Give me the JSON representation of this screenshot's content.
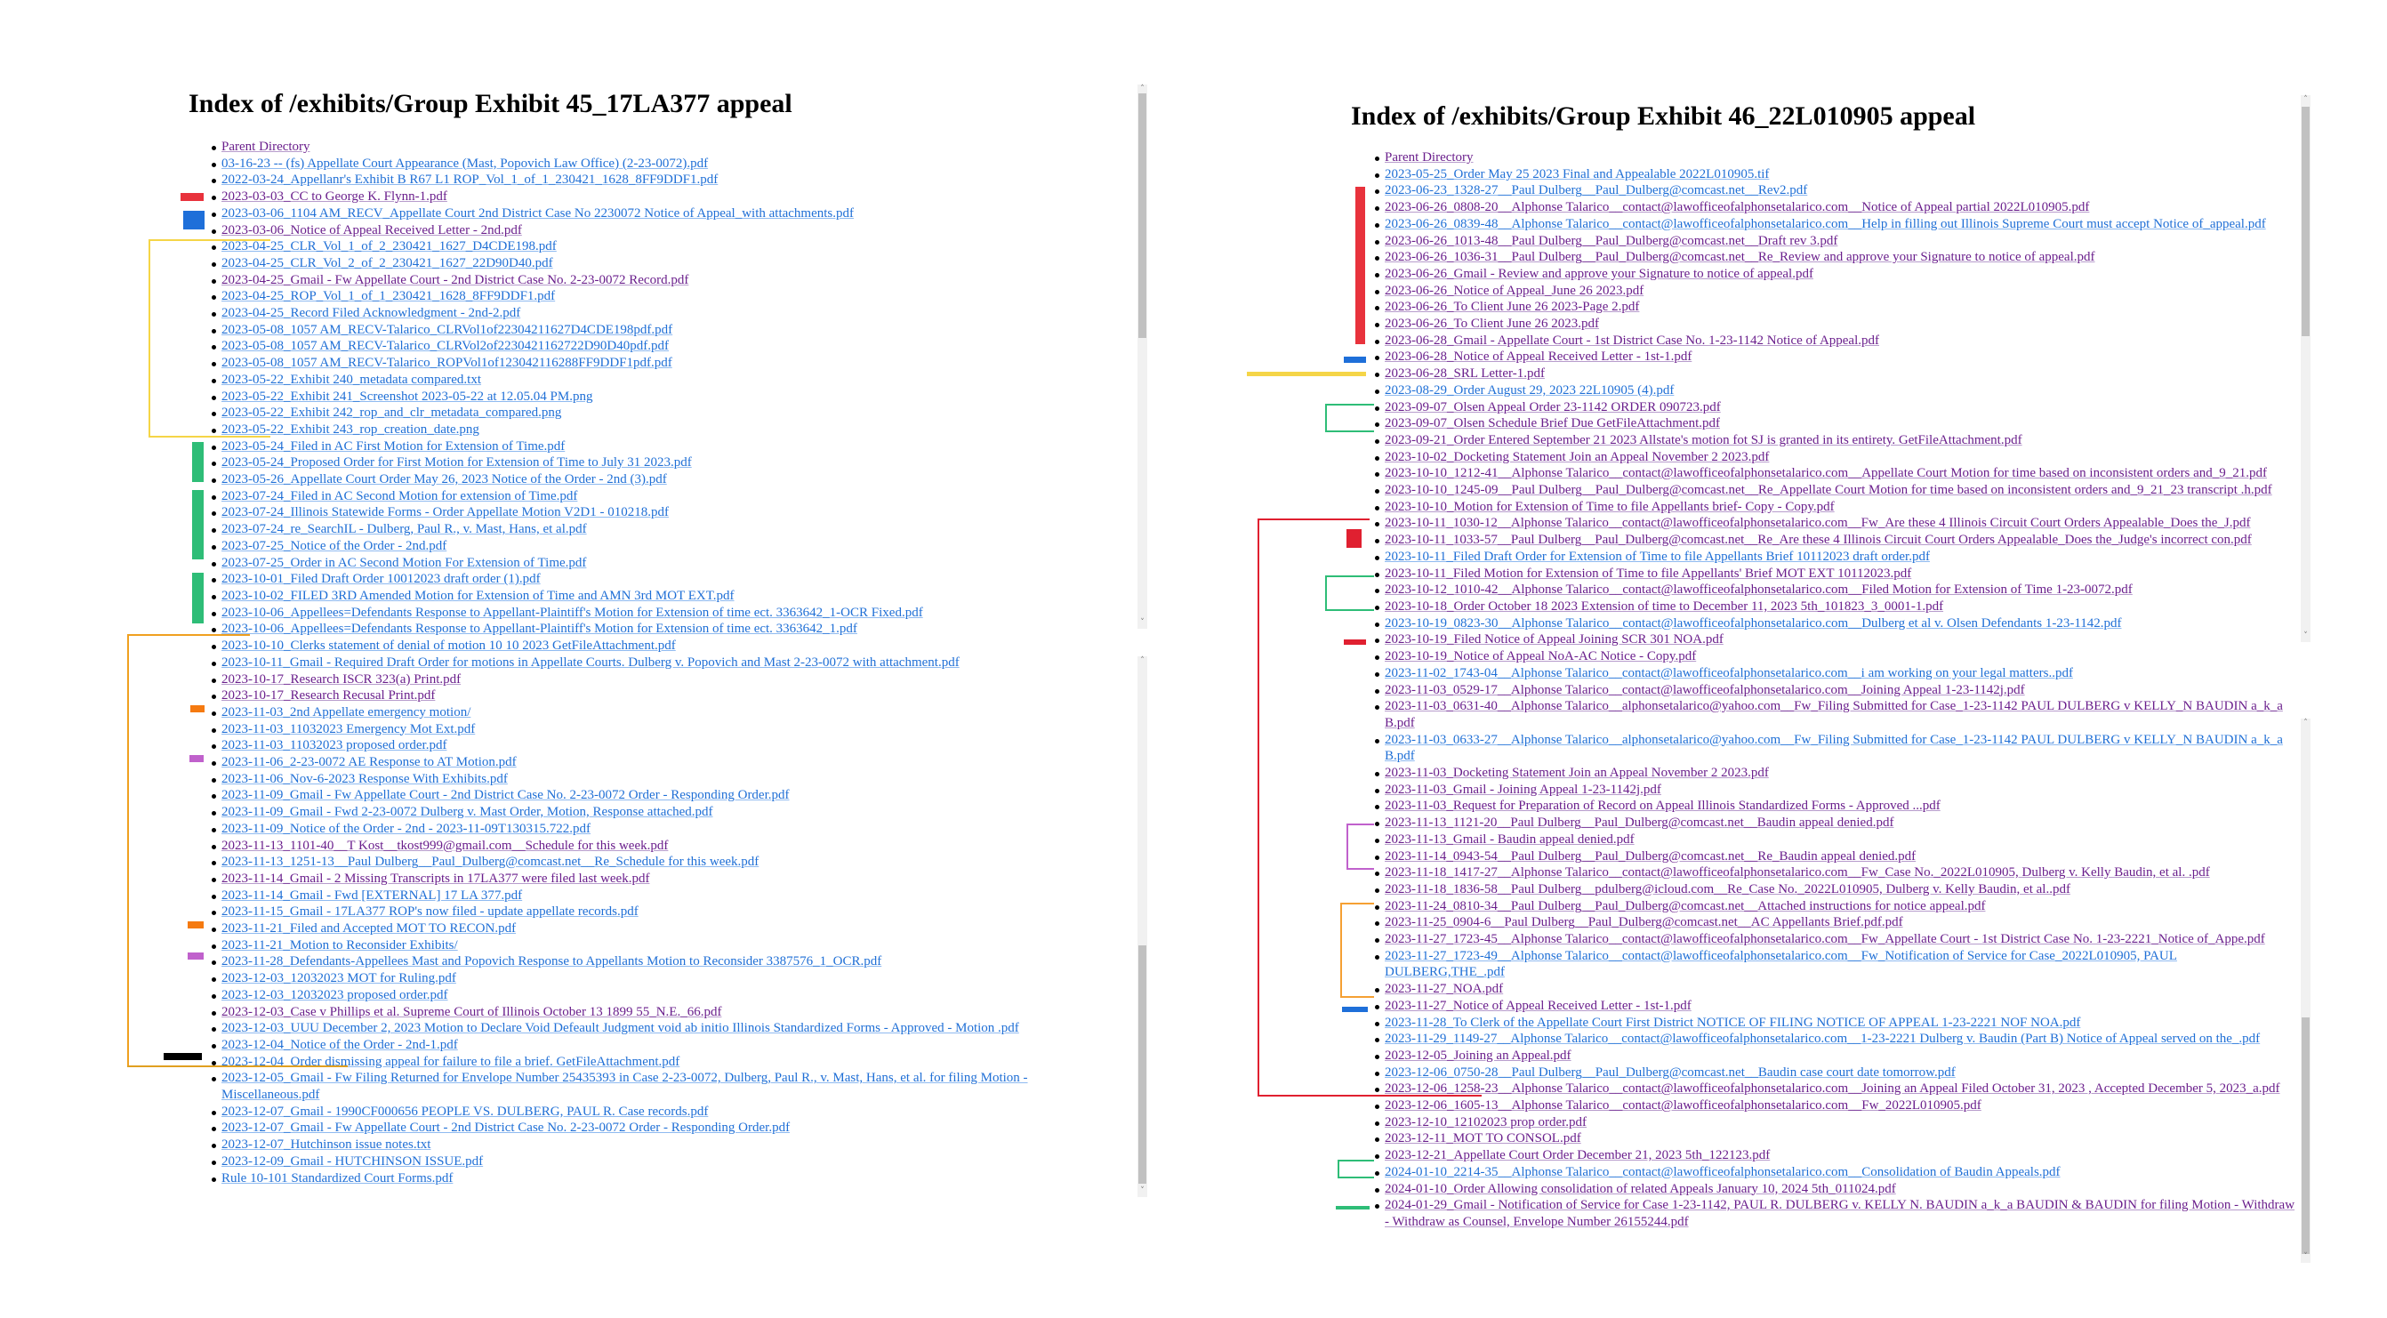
{
  "left": {
    "title": "Index of /exhibits/Group Exhibit 45_17LA377 appeal",
    "items": [
      {
        "t": "Parent Directory",
        "v": 1
      },
      {
        "t": "03-16-23 -- (fs) Appellate Court Appearance (Mast, Popovich Law Office) (2-23-0072).pdf",
        "v": 0
      },
      {
        "t": "2022-03-24_Appellanr's Exhibit B R67 L1 ROP_Vol_1_of_1_230421_1628_8FF9DDF1.pdf",
        "v": 0
      },
      {
        "t": "2023-03-03_CC to George K. Flynn-1.pdf",
        "v": 1
      },
      {
        "t": "2023-03-06_1104 AM_RECV_Appellate Court 2nd District Case No 2230072 Notice of Appeal_with attachments.pdf",
        "v": 0
      },
      {
        "t": "2023-03-06_Notice of Appeal Received Letter - 2nd.pdf",
        "v": 1
      },
      {
        "t": "2023-04-25_CLR_Vol_1_of_2_230421_1627_D4CDE198.pdf",
        "v": 0
      },
      {
        "t": "2023-04-25_CLR_Vol_2_of_2_230421_1627_22D90D40.pdf",
        "v": 0
      },
      {
        "t": "2023-04-25_Gmail - Fw Appellate Court - 2nd District Case No. 2-23-0072 Record.pdf",
        "v": 1
      },
      {
        "t": "2023-04-25_ROP_Vol_1_of_1_230421_1628_8FF9DDF1.pdf",
        "v": 0
      },
      {
        "t": "2023-04-25_Record Filed Acknowledgment - 2nd-2.pdf",
        "v": 0
      },
      {
        "t": "2023-05-08_1057 AM_RECV-Talarico_CLRVol1of22304211627D4CDE198pdf.pdf",
        "v": 0
      },
      {
        "t": "2023-05-08_1057 AM_RECV-Talarico_CLRVol2of2230421162722D90D40pdf.pdf",
        "v": 0
      },
      {
        "t": "2023-05-08_1057 AM_RECV-Talarico_ROPVol1of123042116288FF9DDF1pdf.pdf",
        "v": 0
      },
      {
        "t": "2023-05-22_Exhibit 240_metadata compared.txt",
        "v": 0
      },
      {
        "t": "2023-05-22_Exhibit 241_Screenshot 2023-05-22 at 12.05.04 PM.png",
        "v": 0
      },
      {
        "t": "2023-05-22_Exhibit 242_rop_and_clr_metadata_compared.png",
        "v": 0
      },
      {
        "t": "2023-05-22_Exhibit 243_rop_creation_date.png",
        "v": 0
      },
      {
        "t": "2023-05-24_Filed in AC First Motion for Extension of Time.pdf",
        "v": 0
      },
      {
        "t": "2023-05-24_Proposed Order for First Motion for Extension of Time to July 31 2023.pdf",
        "v": 0
      },
      {
        "t": "2023-05-26_Appellate Court Order May 26, 2023 Notice of the Order - 2nd (3).pdf",
        "v": 0
      },
      {
        "t": "2023-07-24_Filed in AC Second Motion for extension of Time.pdf",
        "v": 0
      },
      {
        "t": "2023-07-24_Illinois Statewide Forms - Order Appellate Motion V2D1 - 010218.pdf",
        "v": 0
      },
      {
        "t": "2023-07-24_re_SearchIL - Dulberg, Paul R., v. Mast, Hans, et al.pdf",
        "v": 0
      },
      {
        "t": "2023-07-25_Notice of the Order - 2nd.pdf",
        "v": 0
      },
      {
        "t": "2023-07-25_Order in AC Second Motion For Extension of Time.pdf",
        "v": 0
      },
      {
        "t": "2023-10-01_Filed Draft Order 10012023 draft order (1).pdf",
        "v": 0
      },
      {
        "t": "2023-10-02_FILED 3RD Amended Motion for Extension of Time and AMN 3rd MOT EXT.pdf",
        "v": 0
      },
      {
        "t": "2023-10-06_Appellees=Defendants Response to Appellant-Plaintiff's Motion for Extension of time ect. 3363642_1-OCR Fixed.pdf",
        "v": 0
      },
      {
        "t": "2023-10-06_Appellees=Defendants Response to Appellant-Plaintiff's Motion for Extension of time ect. 3363642_1.pdf",
        "v": 0
      },
      {
        "t": "2023-10-10_Clerks statement of denial of motion 10 10 2023 GetFileAttachment.pdf",
        "v": 0
      },
      {
        "t": "2023-10-11_Gmail - Required Draft Order for motions in Appellate Courts. Dulberg v. Popovich and Mast 2-23-0072 with attachment.pdf",
        "v": 0
      },
      {
        "t": "2023-10-17_Research ISCR 323(a) Print.pdf",
        "v": 1
      },
      {
        "t": "2023-10-17_Research Recusal Print.pdf",
        "v": 1
      },
      {
        "t": "2023-11-03_2nd Appellate emergency motion/",
        "v": 0
      },
      {
        "t": "2023-11-03_11032023 Emergency Mot Ext.pdf",
        "v": 0
      },
      {
        "t": "2023-11-03_11032023 proposed order.pdf",
        "v": 0
      },
      {
        "t": "2023-11-06_2-23-0072 AE Response to AT Motion.pdf",
        "v": 0
      },
      {
        "t": "2023-11-06_Nov-6-2023 Response With Exhibits.pdf",
        "v": 0
      },
      {
        "t": "2023-11-09_Gmail - Fw Appellate Court - 2nd District Case No. 2-23-0072 Order - Responding Order.pdf",
        "v": 0
      },
      {
        "t": "2023-11-09_Gmail - Fwd 2-23-0072 Dulberg v. Mast Order, Motion, Response attached.pdf",
        "v": 0
      },
      {
        "t": "2023-11-09_Notice of the Order - 2nd - 2023-11-09T130315.722.pdf",
        "v": 0
      },
      {
        "t": "2023-11-13_1101-40__T Kost__tkost999@gmail.com__Schedule for this week.pdf",
        "v": 1
      },
      {
        "t": "2023-11-13_1251-13__Paul Dulberg__Paul_Dulberg@comcast.net__Re_Schedule for this week.pdf",
        "v": 0
      },
      {
        "t": "2023-11-14_Gmail - 2 Missing Transcripts in 17LA377 were filed last week.pdf",
        "v": 1
      },
      {
        "t": "2023-11-14_Gmail - Fwd [EXTERNAL] 17 LA 377.pdf",
        "v": 0
      },
      {
        "t": "2023-11-15_Gmail - 17LA377 ROP's now filed - update appellate records.pdf",
        "v": 0
      },
      {
        "t": "2023-11-21_Filed and Accepted MOT TO RECON.pdf",
        "v": 0
      },
      {
        "t": "2023-11-21_Motion to Reconsider Exhibits/",
        "v": 0
      },
      {
        "t": "2023-11-28_Defendants-Appellees Mast and Popovich Response to Appellants Motion to Reconsider 3387576_1_OCR.pdf",
        "v": 0
      },
      {
        "t": "2023-12-03_12032023 MOT for Ruling.pdf",
        "v": 0
      },
      {
        "t": "2023-12-03_12032023 proposed order.pdf",
        "v": 0
      },
      {
        "t": "2023-12-03_Case v Phillips et al. Supreme Court of Illinois October 13 1899 55_N.E._66.pdf",
        "v": 1
      },
      {
        "t": "2023-12-03_UUU December 2, 2023 Motion to Declare Void Defeault Judgment void ab initio Illinois Standardized Forms - Approved - Motion .pdf",
        "v": 0
      },
      {
        "t": "2023-12-04_Notice of the Order - 2nd-1.pdf",
        "v": 0
      },
      {
        "t": "2023-12-04_Order dismissing appeal for failure to file a brief. GetFileAttachment.pdf",
        "v": 0
      },
      {
        "t": "2023-12-05_Gmail - Fw Filing Returned for Envelope Number 25435393 in Case 2-23-0072, Dulberg, Paul R., v. Mast, Hans, et al. for filing Motion - Miscellaneous.pdf",
        "v": 0
      },
      {
        "t": "2023-12-07_Gmail - 1990CF000656 PEOPLE VS. DULBERG, PAUL R. Case records.pdf",
        "v": 0
      },
      {
        "t": "2023-12-07_Gmail - Fw Appellate Court - 2nd District Case No. 2-23-0072 Order - Responding Order.pdf",
        "v": 0
      },
      {
        "t": "2023-12-07_Hutchinson issue notes.txt",
        "v": 0
      },
      {
        "t": "2023-12-09_Gmail - HUTCHINSON ISSUE.pdf",
        "v": 0
      },
      {
        "t": "Rule 10-101 Standardized Court Forms.pdf",
        "v": 0
      }
    ]
  },
  "right": {
    "title": "Index of /exhibits/Group Exhibit 46_22L010905 appeal",
    "items": [
      {
        "t": "Parent Directory",
        "v": 1
      },
      {
        "t": "2023-05-25_Order May 25 2023 Final and Appealable 2022L010905.tif",
        "v": 0
      },
      {
        "t": "2023-06-23_1328-27__Paul Dulberg__Paul_Dulberg@comcast.net__Rev2.pdf",
        "v": 0
      },
      {
        "t": "2023-06-26_0808-20__Alphonse Talarico__contact@lawofficeofalphonsetalarico.com__Notice of Appeal partial 2022L010905.pdf",
        "v": 1
      },
      {
        "t": "2023-06-26_0839-48__Alphonse Talarico__contact@lawofficeofalphonsetalarico.com__Help in filling out Illinois Supreme Court must accept Notice of_appeal.pdf",
        "v": 0
      },
      {
        "t": "2023-06-26_1013-48__Paul Dulberg__Paul_Dulberg@comcast.net__Draft rev 3.pdf",
        "v": 1
      },
      {
        "t": "2023-06-26_1036-31__Paul Dulberg__Paul_Dulberg@comcast.net__Re_Review and approve your Signature to notice of appeal.pdf",
        "v": 1
      },
      {
        "t": "2023-06-26_Gmail - Review and approve your Signature to notice of appeal.pdf",
        "v": 1
      },
      {
        "t": "2023-06-26_Notice of Appeal_June 26 2023.pdf",
        "v": 1
      },
      {
        "t": "2023-06-26_To Client June 26 2023-Page 2.pdf",
        "v": 1
      },
      {
        "t": "2023-06-26_To Client June 26 2023.pdf",
        "v": 1
      },
      {
        "t": "2023-06-28_Gmail - Appellate Court - 1st District Case No. 1-23-1142 Notice of Appeal.pdf",
        "v": 1
      },
      {
        "t": "2023-06-28_Notice of Appeal Received Letter - 1st-1.pdf",
        "v": 1
      },
      {
        "t": "2023-06-28_SRL Letter-1.pdf",
        "v": 1
      },
      {
        "t": "2023-08-29_Order August 29, 2023 22L10905 (4).pdf",
        "v": 0
      },
      {
        "t": "2023-09-07_Olsen Appeal Order 23-1142 ORDER 090723.pdf",
        "v": 1
      },
      {
        "t": "2023-09-07_Olsen Schedule Brief Due GetFileAttachment.pdf",
        "v": 1
      },
      {
        "t": "2023-09-21_Order Entered September 21 2023 Allstate's motion fot SJ is granted in its entirety. GetFileAttachment.pdf",
        "v": 1
      },
      {
        "t": "2023-10-02_Docketing Statement Join an Appeal November 2 2023.pdf",
        "v": 1
      },
      {
        "t": "2023-10-10_1212-41__Alphonse Talarico__contact@lawofficeofalphonsetalarico.com__Appellate Court Motion for time based on inconsistent orders and_9_21.pdf",
        "v": 1
      },
      {
        "t": "2023-10-10_1245-09__Paul Dulberg__Paul_Dulberg@comcast.net__Re_Appellate Court Motion for time based on inconsistent orders and_9_21_23 transcript .h.pdf",
        "v": 1
      },
      {
        "t": "2023-10-10_Motion for Extension of Time to file Appellants brief- Copy - Copy.pdf",
        "v": 1
      },
      {
        "t": "2023-10-11_1030-12__Alphonse Talarico__contact@lawofficeofalphonsetalarico.com__Fw_Are these 4 Illinois Circuit Court Orders Appealable_Does the_J.pdf",
        "v": 1
      },
      {
        "t": "2023-10-11_1033-57__Paul Dulberg__Paul_Dulberg@comcast.net__Re_Are these 4 Illinois Circuit Court Orders Appealable_Does the_Judge's incorrect con.pdf",
        "v": 1
      },
      {
        "t": "2023-10-11_Filed Draft Order for Extension of Time to file Appellants Brief 10112023 draft order.pdf",
        "v": 0
      },
      {
        "t": "2023-10-11_Filed Motion for Extension of Time to file Appellants' Brief MOT EXT 10112023.pdf",
        "v": 1
      },
      {
        "t": "2023-10-12_1010-42__Alphonse Talarico__contact@lawofficeofalphonsetalarico.com__Filed Motion for Extension of Time 1-23-0072.pdf",
        "v": 1
      },
      {
        "t": "2023-10-18_Order October 18 2023 Extension of time to December 11, 2023 5th_101823_3_0001-1.pdf",
        "v": 1
      },
      {
        "t": "2023-10-19_0823-30__Alphonse Talarico__contact@lawofficeofalphonsetalarico.com__Dulberg et al v. Olsen Defendants 1-23-1142.pdf",
        "v": 0
      },
      {
        "t": "2023-10-19_Filed Notice of Appeal Joining SCR 301 NOA.pdf",
        "v": 1
      },
      {
        "t": "2023-10-19_Notice of Appeal NoA-AC Notice - Copy.pdf",
        "v": 1
      },
      {
        "t": "2023-11-02_1743-04__Alphonse Talarico__contact@lawofficeofalphonsetalarico.com__i am working on your legal matters..pdf",
        "v": 0
      },
      {
        "t": "2023-11-03_0529-17__Alphonse Talarico__contact@lawofficeofalphonsetalarico.com__Joining Appeal 1-23-1142j.pdf",
        "v": 1
      },
      {
        "t": "2023-11-03_0631-40__Alphonse Talarico__alphonsetalarico@yahoo.com__Fw_Filing Submitted for Case_1-23-1142 PAUL DULBERG v KELLY_N BAUDIN a_k_a B.pdf",
        "v": 1
      },
      {
        "t": "2023-11-03_0633-27__Alphonse Talarico__alphonsetalarico@yahoo.com__Fw_Filing Submitted for Case_1-23-1142 PAUL DULBERG v KELLY_N BAUDIN a_k_a B.pdf",
        "v": 0
      },
      {
        "t": "2023-11-03_Docketing Statement Join an Appeal November 2 2023.pdf",
        "v": 1
      },
      {
        "t": "2023-11-03_Gmail - Joining Appeal 1-23-1142j.pdf",
        "v": 1
      },
      {
        "t": "2023-11-03_Request for Preparation of Record on Appeal Illinois Standardized Forms - Approved ...pdf",
        "v": 1
      },
      {
        "t": "2023-11-13_1121-20__Paul Dulberg__Paul_Dulberg@comcast.net__Baudin appeal denied.pdf",
        "v": 1
      },
      {
        "t": "2023-11-13_Gmail - Baudin appeal denied.pdf",
        "v": 1
      },
      {
        "t": "2023-11-14_0943-54__Paul Dulberg__Paul_Dulberg@comcast.net__Re_Baudin appeal denied.pdf",
        "v": 1
      },
      {
        "t": "2023-11-18_1417-27__Alphonse Talarico__contact@lawofficeofalphonsetalarico.com__Fw_Case No._2022L010905, Dulberg v. Kelly Baudin, et al. .pdf",
        "v": 1
      },
      {
        "t": "2023-11-18_1836-58__Paul Dulberg__pdulberg@icloud.com__Re_Case No._2022L010905, Dulberg v. Kelly Baudin, et al..pdf",
        "v": 1
      },
      {
        "t": "2023-11-24_0810-34__Paul Dulberg__Paul_Dulberg@comcast.net__Attached instructions for notice appeal.pdf",
        "v": 1
      },
      {
        "t": "2023-11-25_0904-6__Paul Dulberg__Paul_Dulberg@comcast.net__AC Appellants Brief.pdf.pdf",
        "v": 1
      },
      {
        "t": "2023-11-27_1723-45__Alphonse Talarico__contact@lawofficeofalphonsetalarico.com__Fw_Appellate Court - 1st District Case No. 1-23-2221_Notice of_Appe.pdf",
        "v": 1
      },
      {
        "t": "2023-11-27_1723-49__Alphonse Talarico__contact@lawofficeofalphonsetalarico.com__Fw_Notification of Service for Case_2022L010905, PAUL DULBERG,THE_.pdf",
        "v": 0
      },
      {
        "t": "2023-11-27_NOA.pdf",
        "v": 1
      },
      {
        "t": "2023-11-27_Notice of Appeal Received Letter - 1st-1.pdf",
        "v": 1
      },
      {
        "t": "2023-11-28_To Clerk of the Appellate Court First District NOTICE OF FILING NOTICE OF APPEAL 1-23-2221 NOF NOA.pdf",
        "v": 0
      },
      {
        "t": "2023-11-29_1149-27__Alphonse Talarico__contact@lawofficeofalphonsetalarico.com__1-23-2221 Dulberg v. Baudin (Part B) Notice of Appeal served on the_.pdf",
        "v": 0
      },
      {
        "t": "2023-12-05_Joining an Appeal.pdf",
        "v": 1
      },
      {
        "t": "2023-12-06_0750-28__Paul Dulberg__Paul_Dulberg@comcast.net__Baudin case court date tomorrow.pdf",
        "v": 0
      },
      {
        "t": "2023-12-06_1258-23__Alphonse Talarico__contact@lawofficeofalphonsetalarico.com__Joining an Appeal Filed October 31, 2023 , Accepted December 5, 2023_a.pdf",
        "v": 1
      },
      {
        "t": "2023-12-06_1605-13__Alphonse Talarico__contact@lawofficeofalphonsetalarico.com__Fw_2022L010905.pdf",
        "v": 1
      },
      {
        "t": "2023-12-10_12102023 prop order.pdf",
        "v": 1
      },
      {
        "t": "2023-12-11_MOT TO CONSOL.pdf",
        "v": 1
      },
      {
        "t": "2023-12-21_Appellate Court Order December 21, 2023 5th_122123.pdf",
        "v": 1
      },
      {
        "t": "2024-01-10_2214-35__Alphonse Talarico__contact@lawofficeofalphonsetalarico.com__Consolidation of Baudin Appeals.pdf",
        "v": 0
      },
      {
        "t": "2024-01-10_Order Allowing consolidation of related Appeals January 10, 2024 5th_011024.pdf",
        "v": 1
      },
      {
        "t": "2024-01-29_Gmail - Notification of Service for Case 1-23-1142, PAUL R. DULBERG v. KELLY N. BAUDIN a_k_a BAUDIN & BAUDIN for filing Motion - Withdraw - Withdraw as Counsel, Envelope Number 26155244.pdf",
        "v": 1
      }
    ]
  },
  "colors": {
    "link": "#1f6fd6",
    "visited": "#6a1f8c",
    "red": "#e8323c",
    "blue": "#1e6fd9",
    "yellow": "#f5d547",
    "green": "#2ebd77",
    "orange": "#f5a033",
    "purple": "#c061cc"
  }
}
